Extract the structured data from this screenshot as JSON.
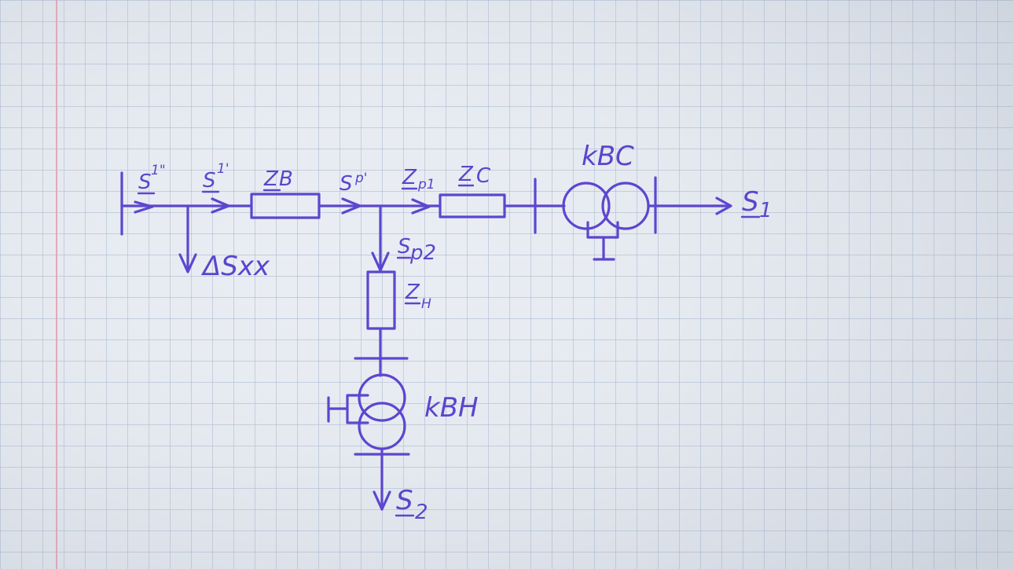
{
  "colors": {
    "paper": "#e9edf3",
    "grid": "#a9b7cf",
    "margin_line": "#e8a0b4",
    "ink": "#5d46cf"
  },
  "labels": {
    "s1_double": "S",
    "s1_double_sup": "1\"",
    "s1_prime": "S",
    "s1_prime_sup": "1'",
    "zb": "Z",
    "zb_sub": "B",
    "sp_prime": "S",
    "sp_prime_sub": "p'",
    "zp1": "Z",
    "zp1_sub": "p1",
    "zc": "Z",
    "zc_sub": "C",
    "kbc": "kBC",
    "s_out1": "S",
    "s_out1_sub": "1",
    "delta_sxx": "ΔSxx",
    "sp2": "S",
    "sp2_sub": "p2",
    "zh": "Z",
    "zh_sub": "H",
    "kbh": "kBH",
    "s_out2": "S",
    "s_out2_sub": "2"
  }
}
